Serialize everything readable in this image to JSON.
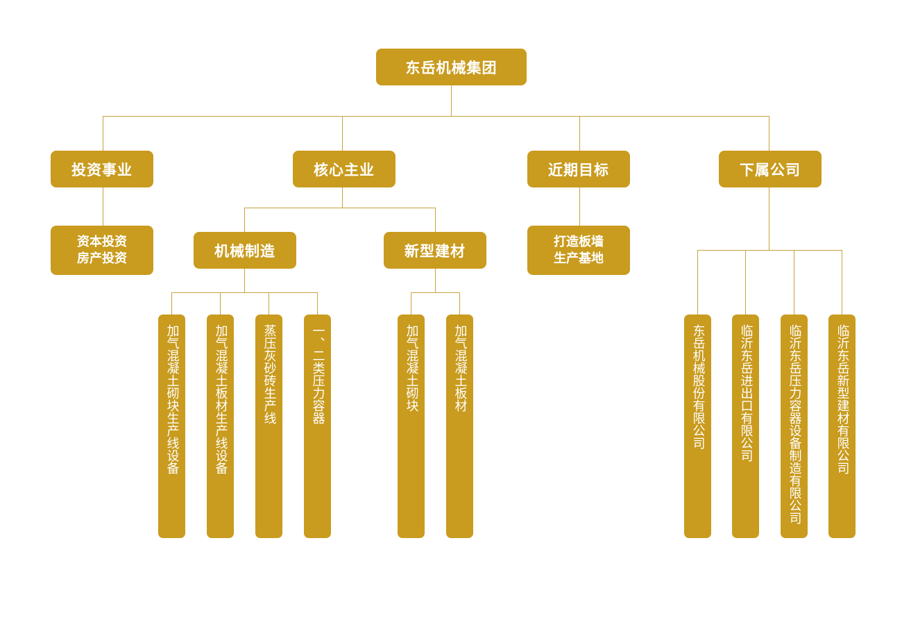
{
  "colors": {
    "box": "#c99b1e",
    "line": "#c8a23c",
    "text": "#ffffff"
  },
  "root": {
    "label": "东岳机械集团"
  },
  "categories": {
    "invest": {
      "label": "投资事业",
      "detail": [
        "资本投资",
        "房产投资"
      ]
    },
    "core": {
      "label": "核心主业",
      "machinery": {
        "label": "机械制造",
        "items": [
          "加气混凝土砌块生产线设备",
          "加气混凝土板材生产线设备",
          "蒸压灰砂砖生产线",
          "一、二类压力容器"
        ]
      },
      "building": {
        "label": "新型建材",
        "items": [
          "加气混凝土砌块",
          "加气混凝土板材"
        ]
      }
    },
    "goal": {
      "label": "近期目标",
      "detail": [
        "打造板墙",
        "生产基地"
      ]
    },
    "companies": {
      "label": "下属公司",
      "items": [
        "东岳机械股份有限公司",
        "临沂东岳进出口有限公司",
        "临沂东岳压力容器设备制造有限公司",
        "临沂东岳新型建材有限公司"
      ]
    }
  }
}
